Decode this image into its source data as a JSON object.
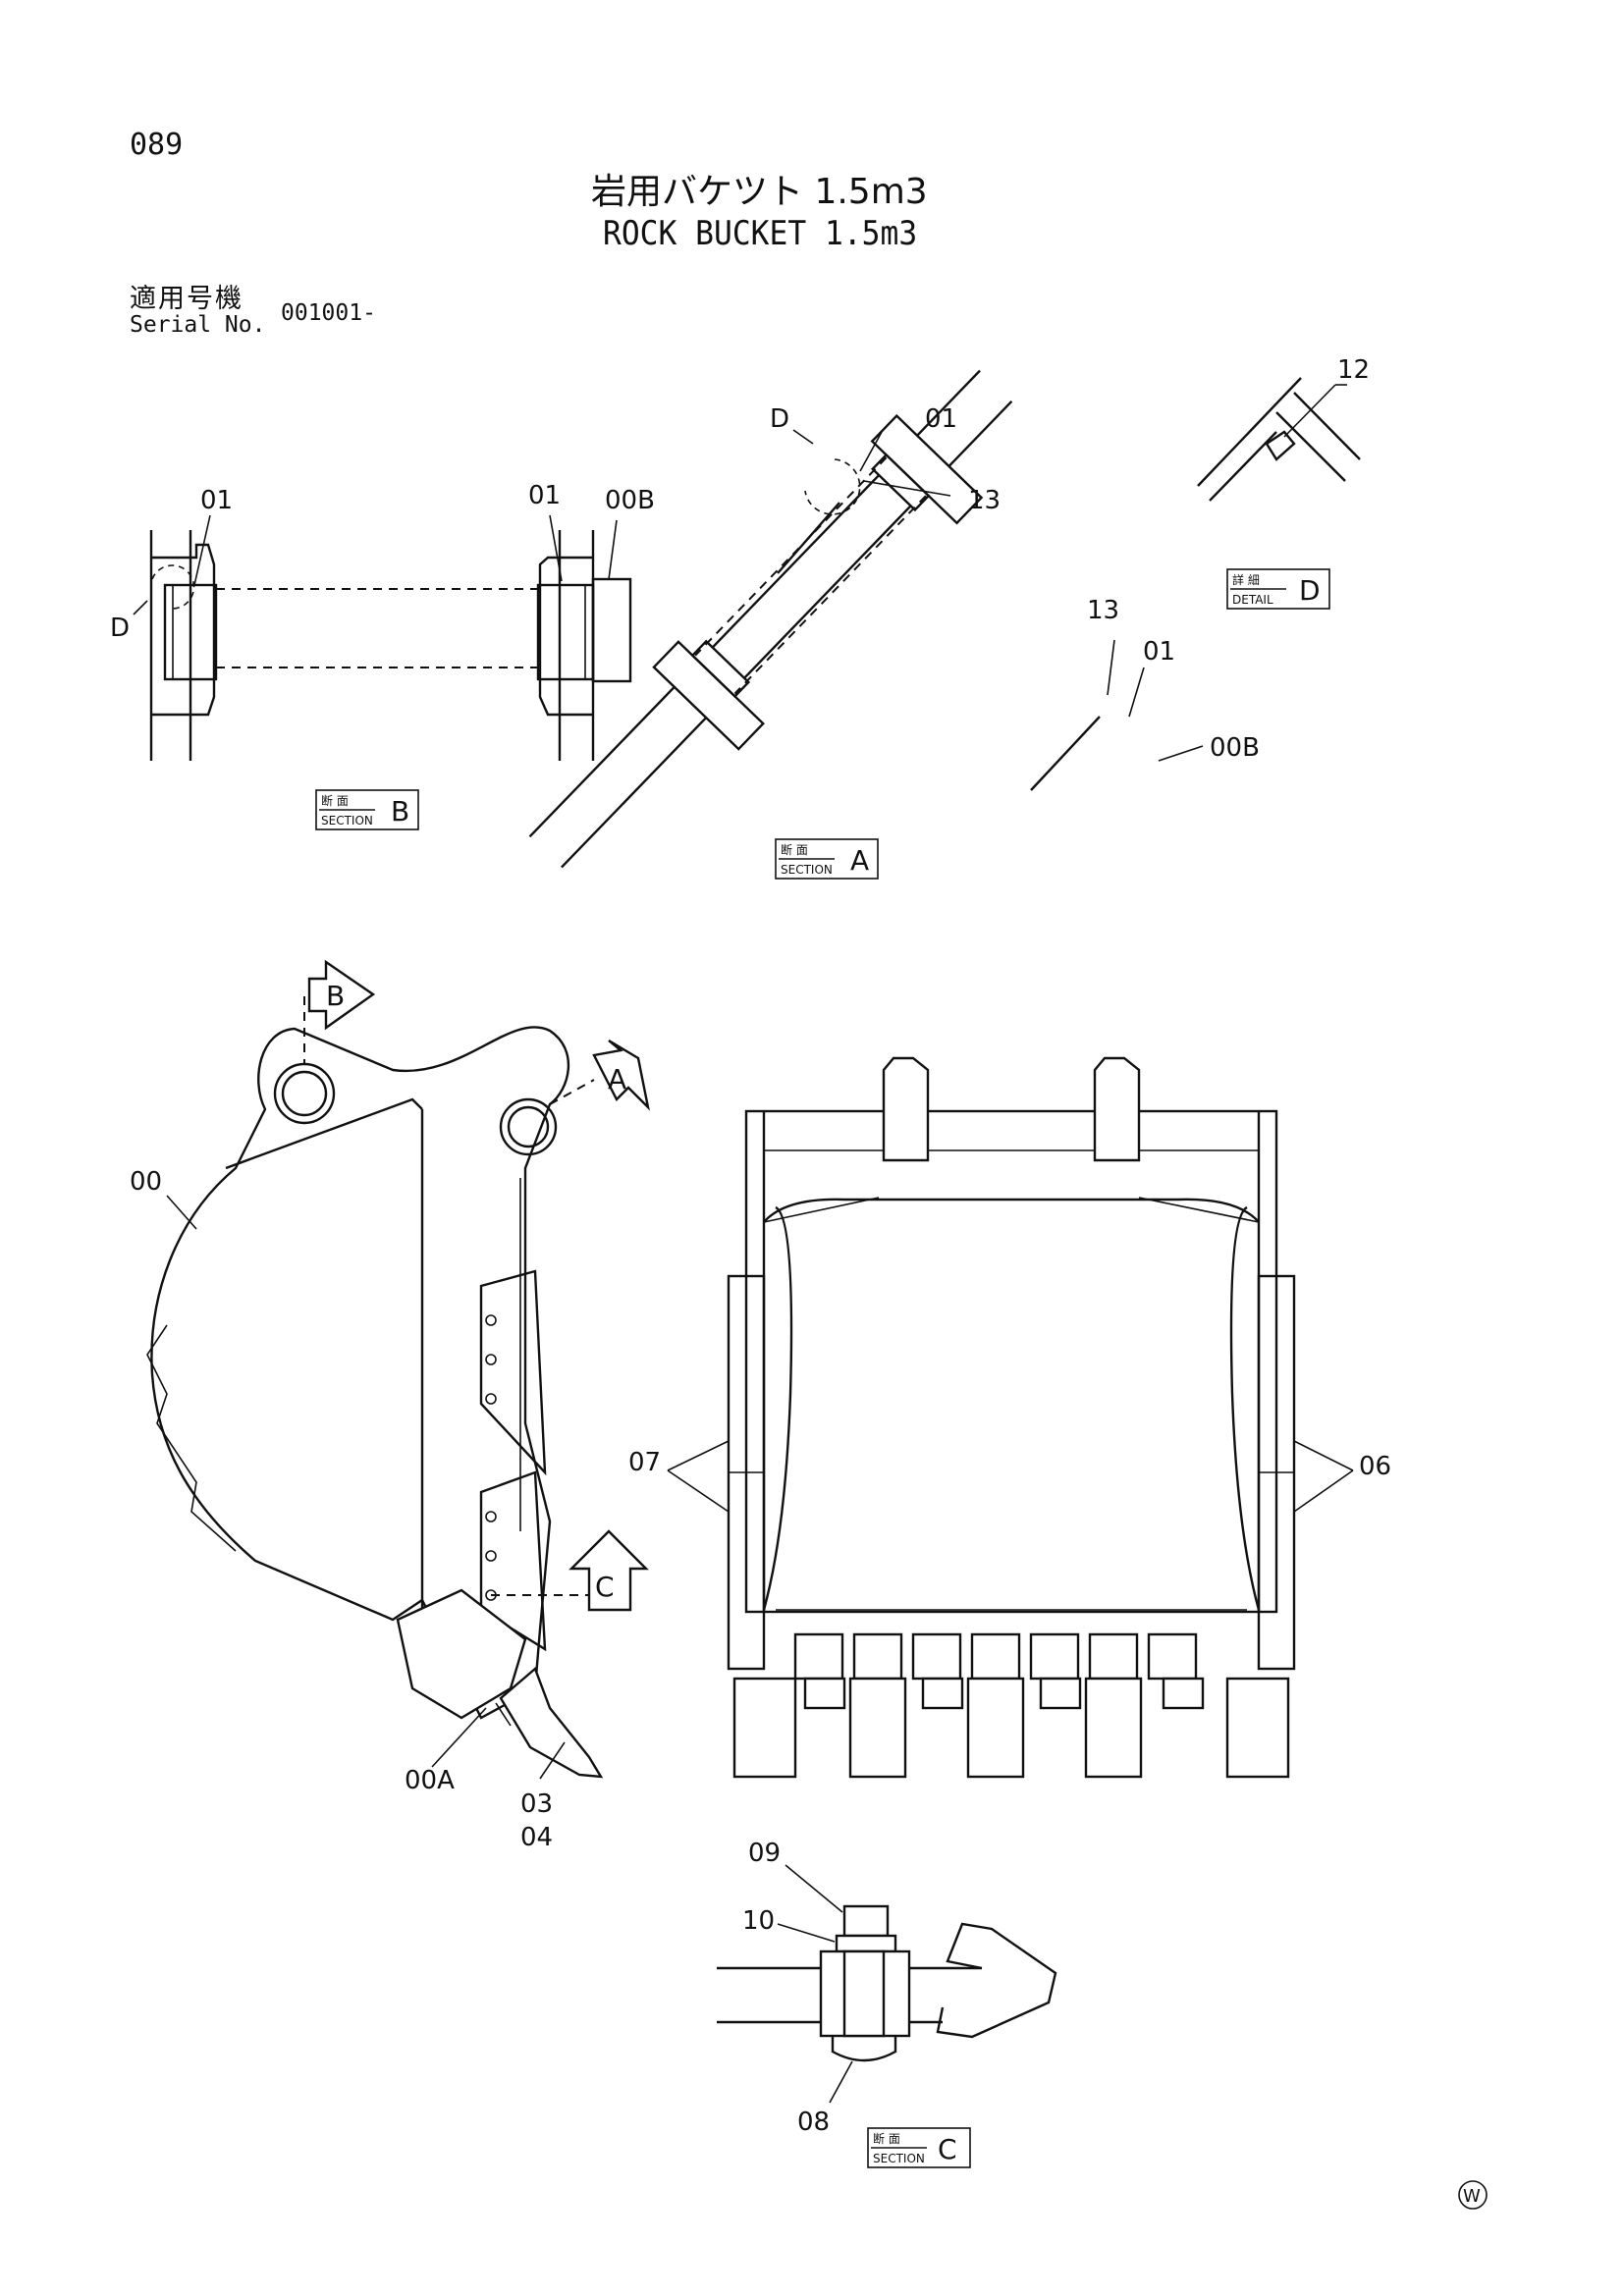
{
  "header": {
    "page_number": "089",
    "title_jp": "岩用バケツト 1.5m3",
    "title_en": "ROCK BUCKET 1.5m3",
    "serial_label_jp": "適用号機",
    "serial_label_en": "Serial No.",
    "serial_value": "001001-"
  },
  "views": {
    "section_b": {
      "tag_jp": "断 面",
      "tag_en": "SECTION",
      "letter": "B"
    },
    "section_a": {
      "tag_jp": "断 面",
      "tag_en": "SECTION",
      "letter": "A"
    },
    "detail_d": {
      "tag_jp": "詳 細",
      "tag_en": "DETAIL",
      "letter": "D"
    },
    "section_c": {
      "tag_jp": "断 面",
      "tag_en": "SECTION",
      "letter": "C"
    }
  },
  "callouts": {
    "b_01": "01",
    "b_01b": "01",
    "b_00b": "00B",
    "b_d": "D",
    "a_d": "D",
    "a_01_top": "01",
    "a_13_top": "13",
    "a_13_bottom": "13",
    "a_01_bottom": "01",
    "a_00b": "00B",
    "d_12": "12",
    "side_00": "00",
    "side_arrow_b": "B",
    "side_arrow_a": "A",
    "side_arrow_c": "C",
    "side_00a": "00A",
    "side_03": "03",
    "side_04": "04",
    "front_07": "07",
    "front_06": "06",
    "c_09": "09",
    "c_10": "10",
    "c_08": "08"
  },
  "footer": {
    "mark": "W"
  }
}
